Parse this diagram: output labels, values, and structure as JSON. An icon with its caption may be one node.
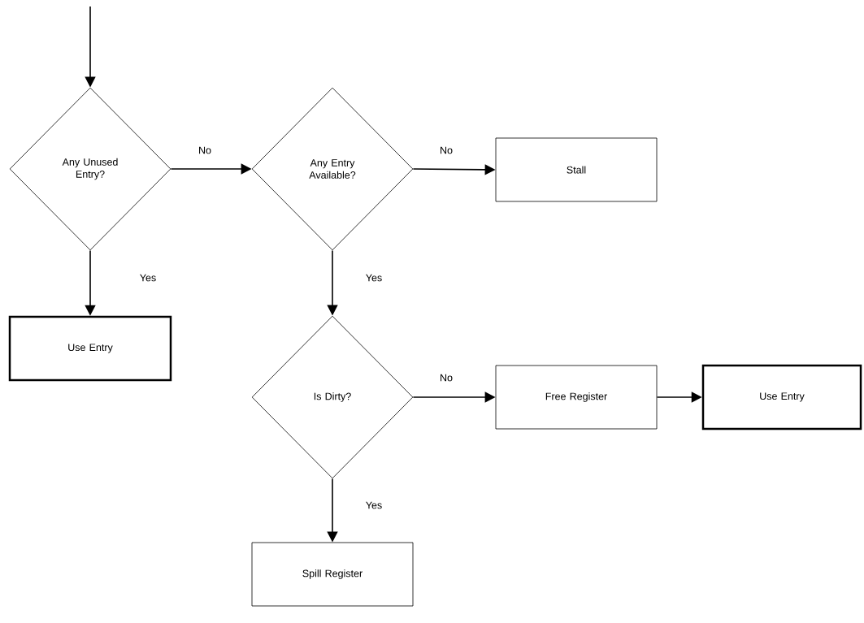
{
  "diagram": {
    "nodes": [
      {
        "text": [
          "Any Unused Entry?"
        ]
      },
      {
        "text": [
          "Any Entry Available?"
        ]
      },
      {
        "text": [
          "Stall"
        ]
      },
      {
        "text": [
          "Use Entry"
        ]
      },
      {
        "text": [
          "Is Dirty?"
        ]
      },
      {
        "text": [
          "Free Register"
        ]
      },
      {
        "text": [
          "Use Entry"
        ]
      },
      {
        "text": [
          "Spill Register"
        ]
      }
    ],
    "edges": [
      {
        "from": null,
        "to": 0,
        "arrow": "to"
      },
      {
        "from": 0,
        "to": 1,
        "arrow": "to",
        "label": "No"
      },
      {
        "from": 1,
        "to": 2,
        "arrow": "to",
        "label": "No"
      },
      {
        "from": 0,
        "to": 3,
        "arrow": "to",
        "label": "Yes"
      },
      {
        "from": 1,
        "to": 4,
        "arrow": "to",
        "label": "Yes"
      },
      {
        "from": 4,
        "to": 5,
        "arrow": "to",
        "label": "No"
      },
      {
        "from": 5,
        "to": 6,
        "arrow": "to"
      },
      {
        "from": 4,
        "to": 7,
        "arrow": "to",
        "label": "Yes"
      }
    ]
  }
}
